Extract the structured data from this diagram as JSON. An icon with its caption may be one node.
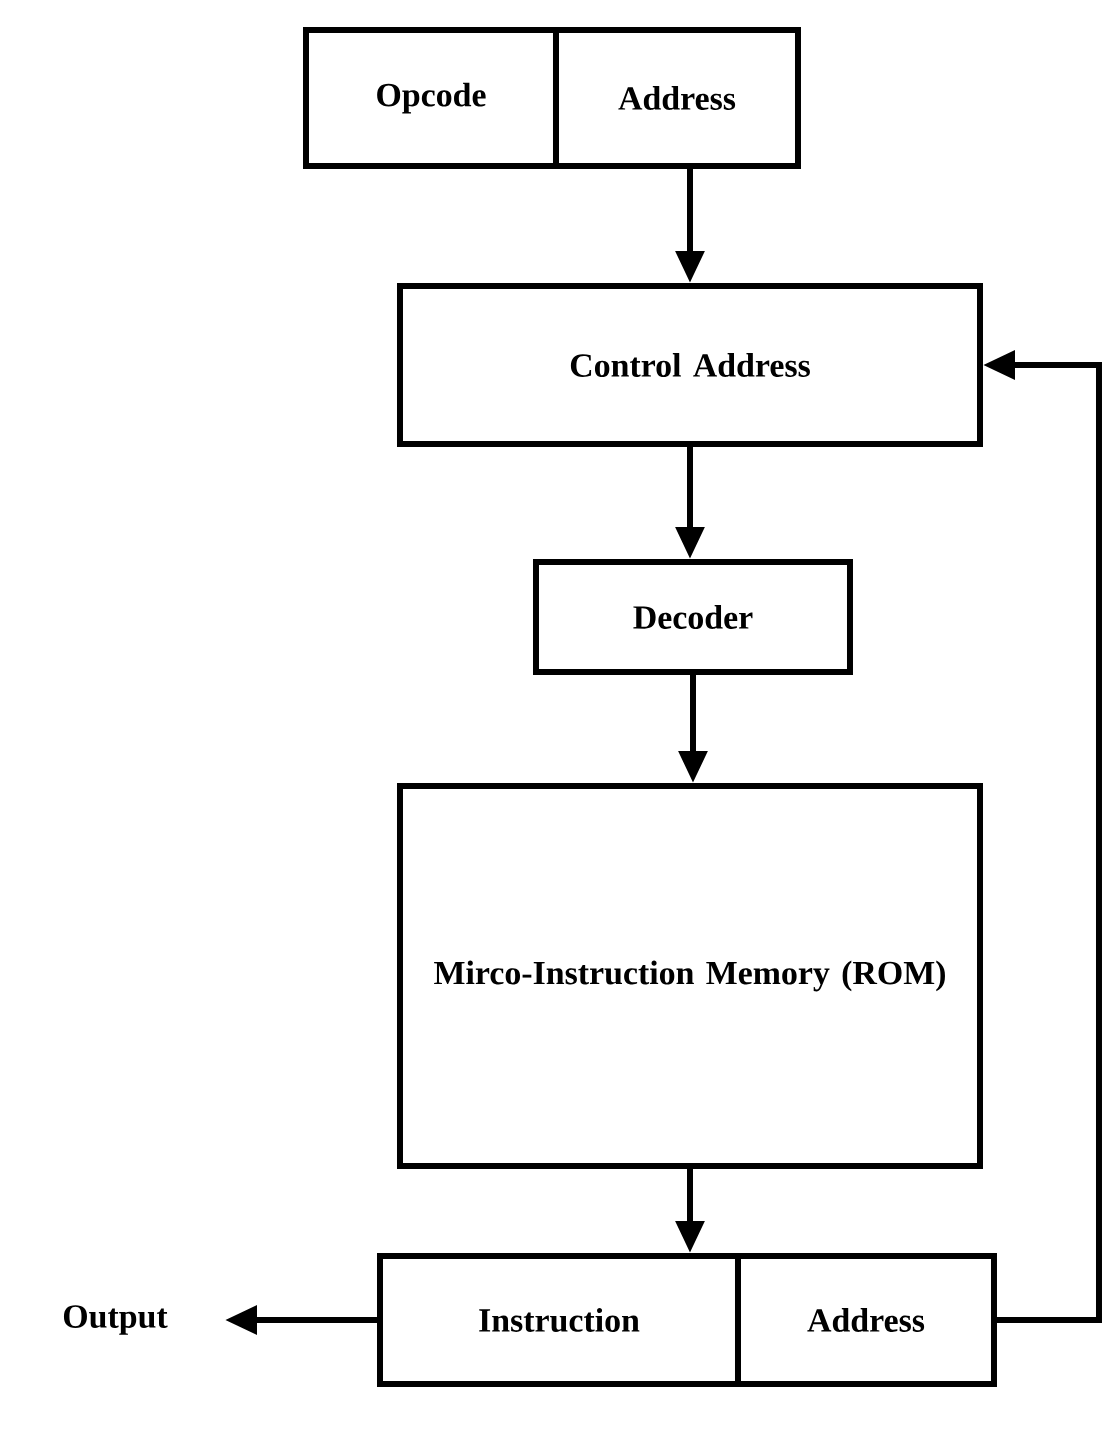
{
  "diagram": {
    "nodes": [
      {
        "text": [
          "Opcode"
        ]
      },
      {
        "text": [
          "Address"
        ]
      },
      {
        "text": [
          "Control Address"
        ]
      },
      {
        "text": [
          "Decoder"
        ]
      },
      {
        "text": [
          "Mirco-Instruction Memory (ROM)"
        ]
      },
      {
        "text": [
          "Instruction"
        ]
      },
      {
        "text": [
          "Address"
        ]
      },
      {
        "text": [
          "Output"
        ]
      }
    ],
    "edges": [
      {
        "from": 1,
        "to": 2,
        "arrow": "to"
      },
      {
        "from": 2,
        "to": 3,
        "arrow": "to"
      },
      {
        "from": 3,
        "to": 4,
        "arrow": "to"
      },
      {
        "from": 4,
        "to": 5,
        "arrow": "to"
      },
      {
        "from": 5,
        "to": 7,
        "arrow": "to"
      },
      {
        "from": 6,
        "to": 2,
        "arrow": "to"
      }
    ]
  }
}
